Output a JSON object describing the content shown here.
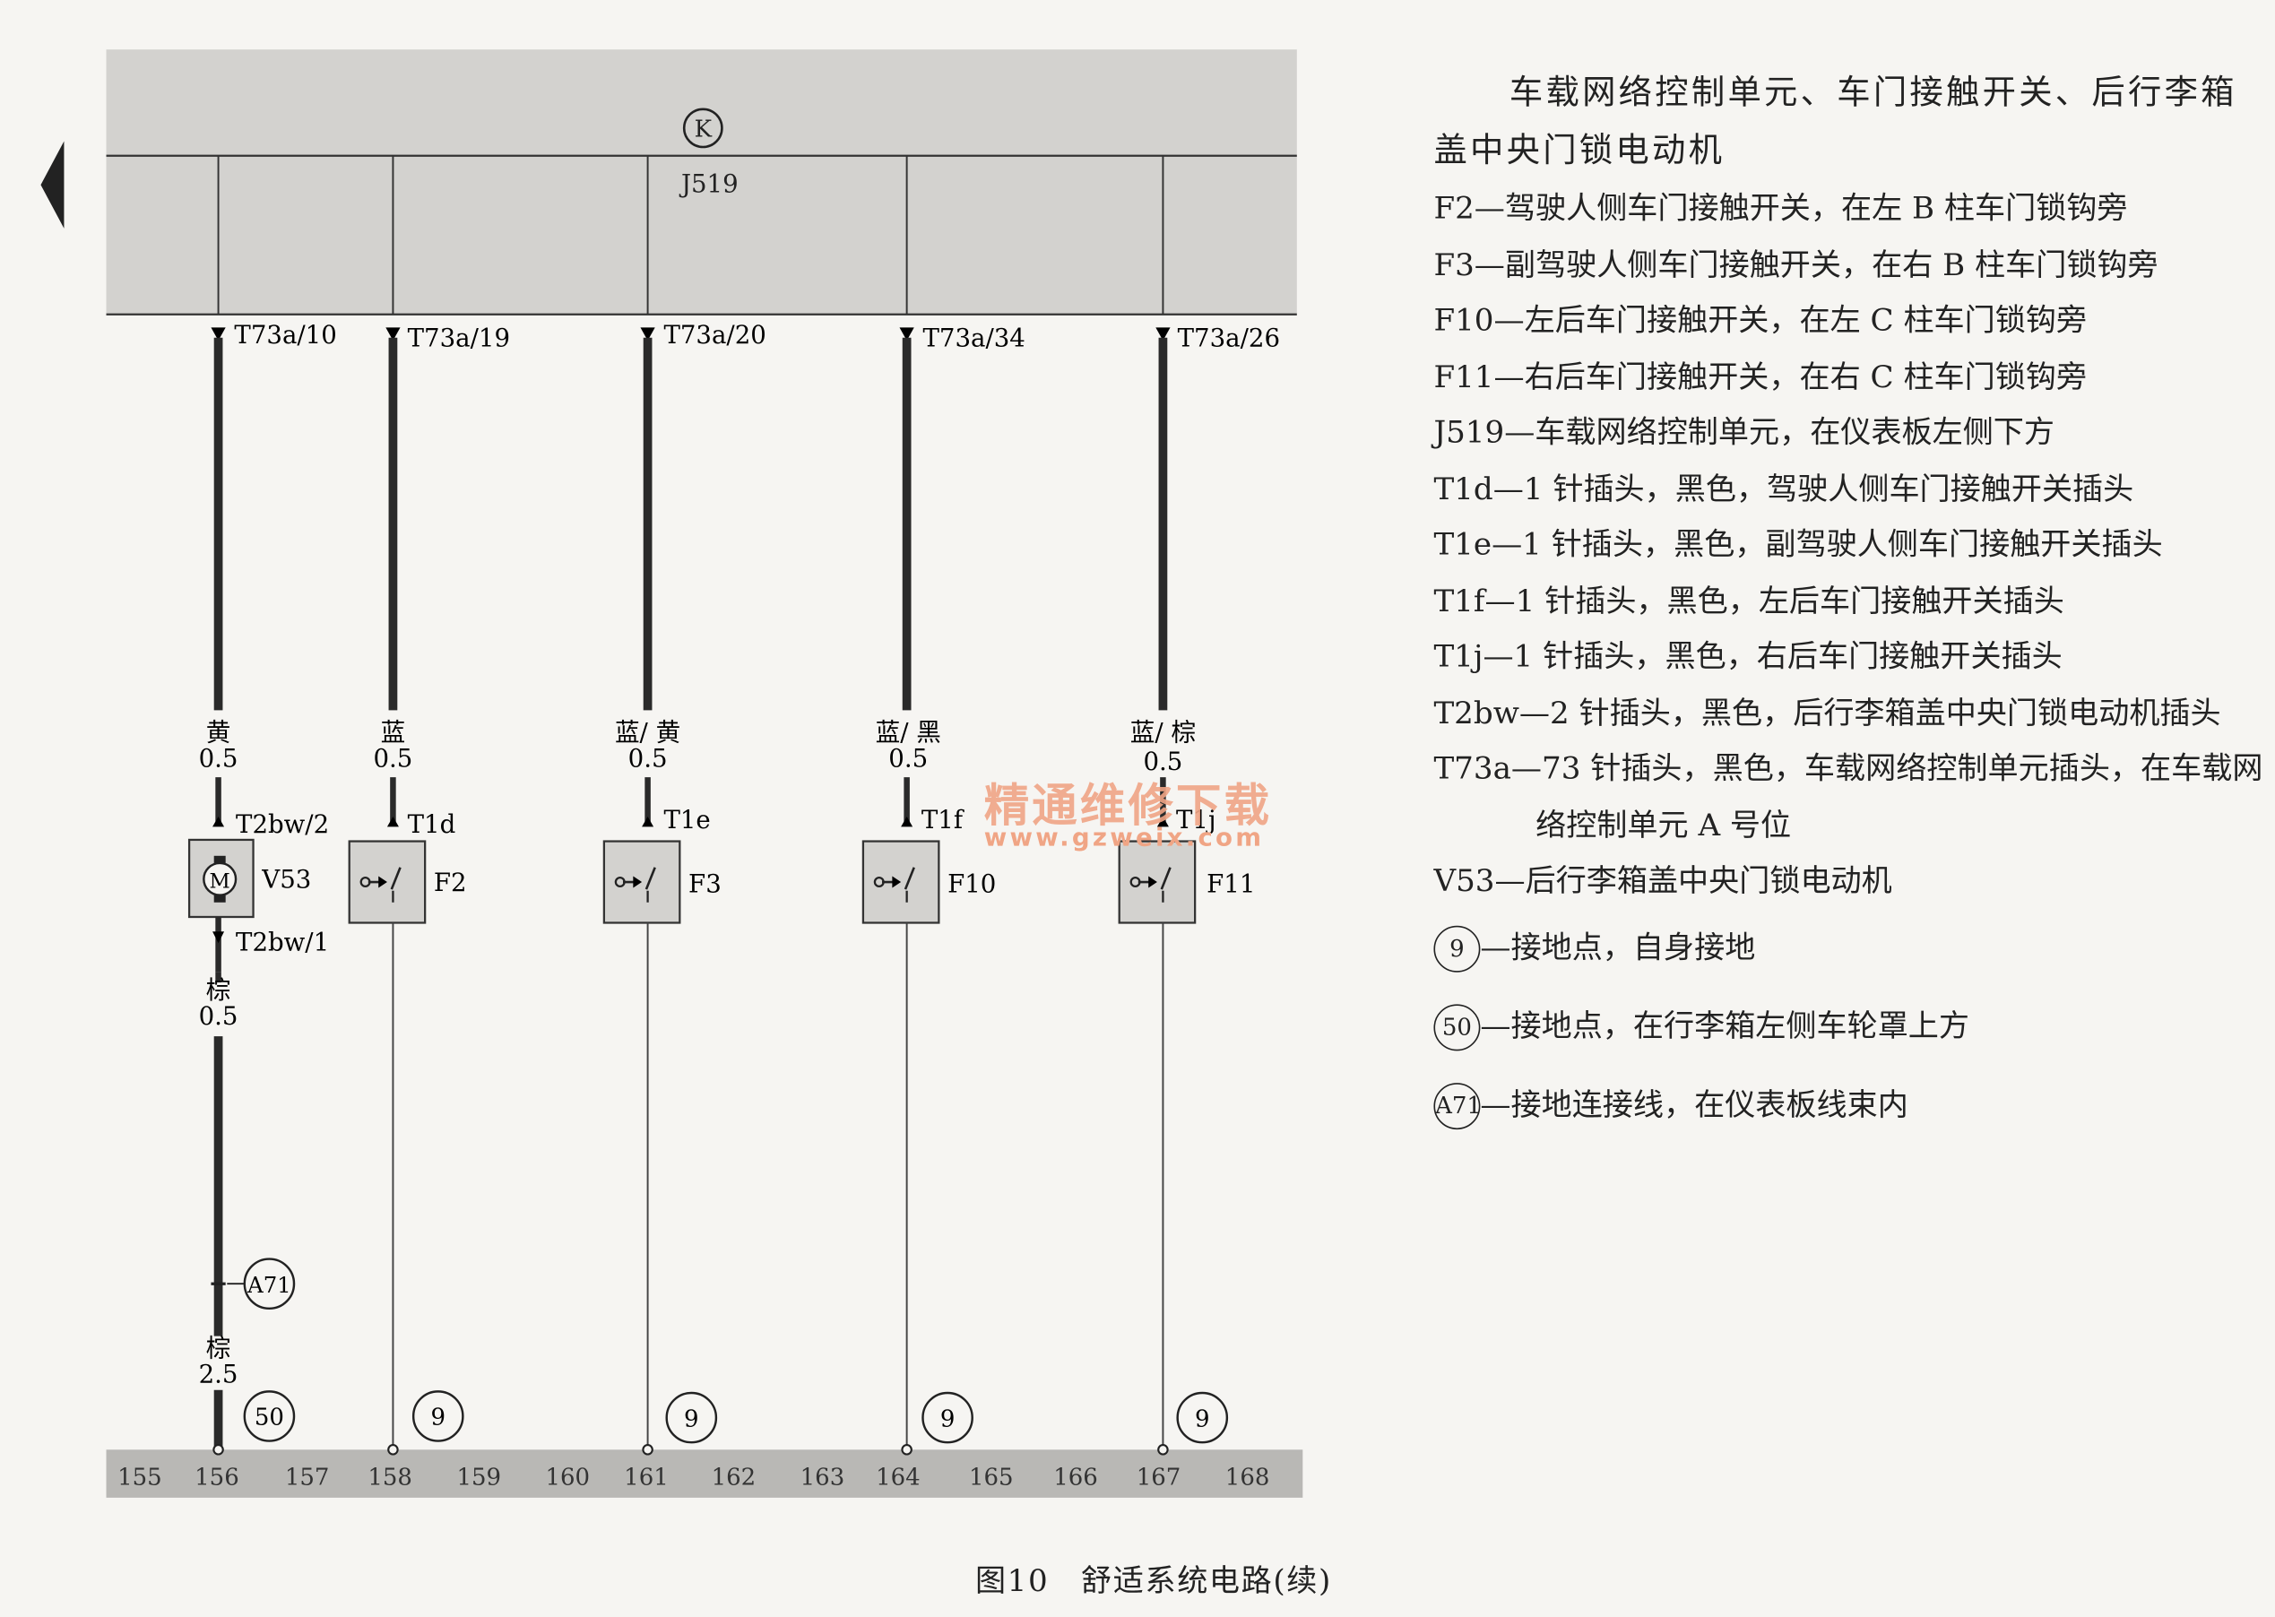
{
  "control_unit": {
    "symbol": "K",
    "label": "J519"
  },
  "wires": [
    {
      "pin": "T73a/10",
      "color": "黄",
      "size": "0.5",
      "conn_top": "T2bw/2",
      "conn_bottom": "T2bw/1",
      "component": "V53",
      "lower_color": "棕",
      "lower_size": "0.5",
      "splice": "A71",
      "ground_color": "棕",
      "ground_size": "2.5",
      "ground": "50"
    },
    {
      "pin": "T73a/19",
      "color": "蓝",
      "size": "0.5",
      "conn_top": "T1d",
      "component": "F2",
      "ground": "9"
    },
    {
      "pin": "T73a/20",
      "color": "蓝/ 黄",
      "size": "0.5",
      "conn_top": "T1e",
      "component": "F3",
      "ground": "9"
    },
    {
      "pin": "T73a/34",
      "color": "蓝/ 黑",
      "size": "0.5",
      "conn_top": "T1f",
      "component": "F10",
      "ground": "9"
    },
    {
      "pin": "T73a/26",
      "color": "蓝/ 棕",
      "size": "0.5",
      "conn_top": "T1j",
      "component": "F11",
      "ground": "9"
    }
  ],
  "grid_numbers": [
    "155",
    "156",
    "157",
    "158",
    "159",
    "160",
    "161",
    "162",
    "163",
    "164",
    "165",
    "166",
    "167",
    "168"
  ],
  "legend": {
    "heading": "车载网络控制单元、车门接触开关、后行李箱盖中央门锁电动机",
    "items": [
      "F2—驾驶人侧车门接触开关，在左 B 柱车门锁钩旁",
      "F3—副驾驶人侧车门接触开关，在右 B 柱车门锁钩旁",
      "F10—左后车门接触开关，在左 C 柱车门锁钩旁",
      "F11—右后车门接触开关，在右 C 柱车门锁钩旁",
      "J519—车载网络控制单元，在仪表板左侧下方",
      "T1d—1 针插头，黑色，驾驶人侧车门接触开关插头",
      "T1e—1 针插头，黑色，副驾驶人侧车门接触开关插头",
      "T1f—1 针插头，黑色，左后车门接触开关插头",
      "T1j—1 针插头，黑色，右后车门接触开关插头",
      "T2bw—2 针插头，黑色，后行李箱盖中央门锁电动机插头",
      "T73a—73 针插头，黑色，车载网络控制单元插头，在车载网络控制单元 A 号位",
      "V53—后行李箱盖中央门锁电动机"
    ],
    "grounds": [
      {
        "symbol": "9",
        "text": "—接地点，自身接地"
      },
      {
        "symbol": "50",
        "text": "—接地点，在行李箱左侧车轮罩上方"
      },
      {
        "symbol": "A71",
        "text": "—接地连接线，在仪表板线束内"
      }
    ]
  },
  "caption": "图10　舒适系统电路(续)",
  "watermark": {
    "text": "精通维修下载",
    "url": "www.gzweix.com"
  }
}
